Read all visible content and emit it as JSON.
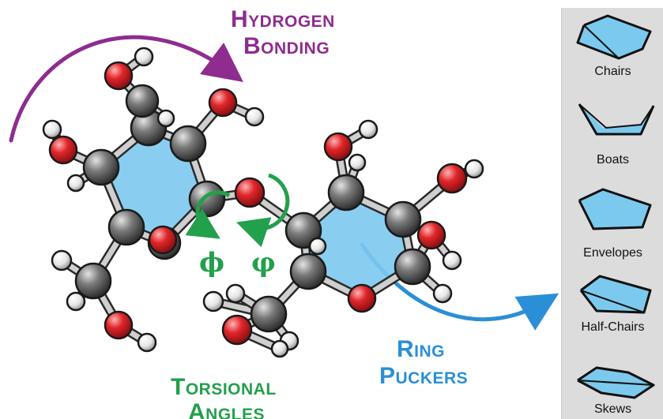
{
  "labels": {
    "hydrogen_bonding": [
      "Hydrogen",
      "Bonding"
    ],
    "torsional_angles": [
      "Torsional",
      "Angles"
    ],
    "ring_puckers": [
      "Ring",
      "Puckers"
    ],
    "phi_left": "ϕ",
    "phi_right": "φ"
  },
  "panel": {
    "items": [
      "Chairs",
      "Boats",
      "Envelopes",
      "Half-Chairs",
      "Skews"
    ]
  },
  "colors": {
    "hydrogen_bonding": "#8e2c8f",
    "torsional": "#22a04b",
    "ring_puckers": "#2a8fd6",
    "ring_fill": "#7cc9ee",
    "oxygen": "#e0262a",
    "carbon": "#6f6f6f",
    "hydrogen": "#f2f2f2",
    "panel_bg": "#dcdcdc"
  }
}
